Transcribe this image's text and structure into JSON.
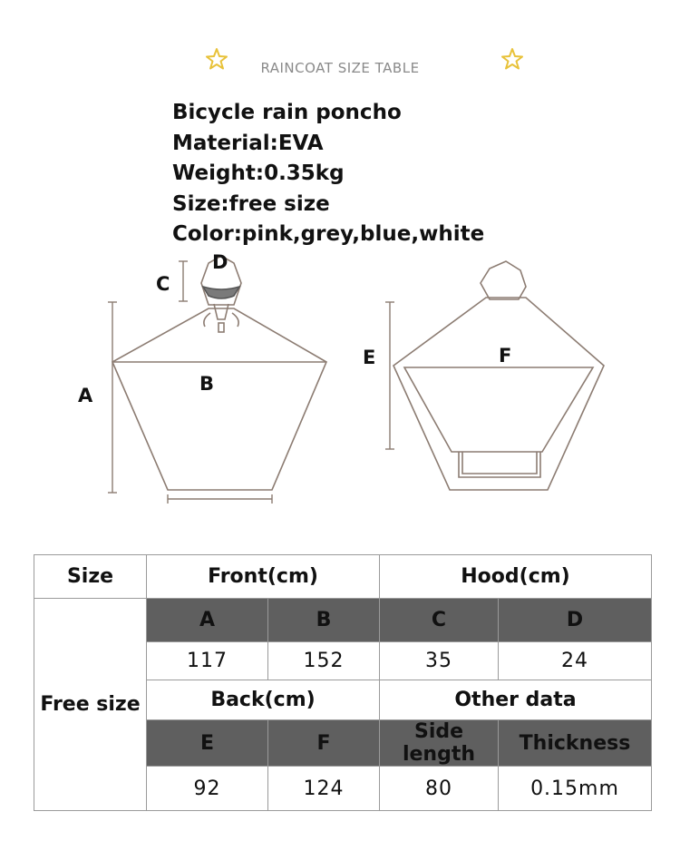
{
  "header": {
    "title": "RAINCOAT SIZE TABLE"
  },
  "specs": [
    "Bicycle rain poncho",
    "Material:EVA",
    "Weight:0.35kg",
    "Size:free size",
    "Color:pink,grey,blue,white"
  ],
  "diagram": {
    "front_labels": {
      "a": "A",
      "b": "B",
      "c": "C",
      "d": "D"
    },
    "back_labels": {
      "e": "E",
      "f": "F"
    }
  },
  "table": {
    "size_header": "Size",
    "size_value": "Free size",
    "front_header": "Front(cm)",
    "hood_header": "Hood(cm)",
    "back_header": "Back(cm)",
    "other_header": "Other data",
    "row1_labels": [
      "A",
      "B",
      "C",
      "D"
    ],
    "row1_values": [
      "117",
      "152",
      "35",
      "24"
    ],
    "row2_labels": [
      "E",
      "F",
      "Side length",
      "Thickness"
    ],
    "row2_values": [
      "92",
      "124",
      "80",
      "0.15mm"
    ]
  },
  "colors": {
    "header_fill": "#5f5f5f",
    "star": "#e8c23a",
    "outline": "#8c7c72"
  }
}
